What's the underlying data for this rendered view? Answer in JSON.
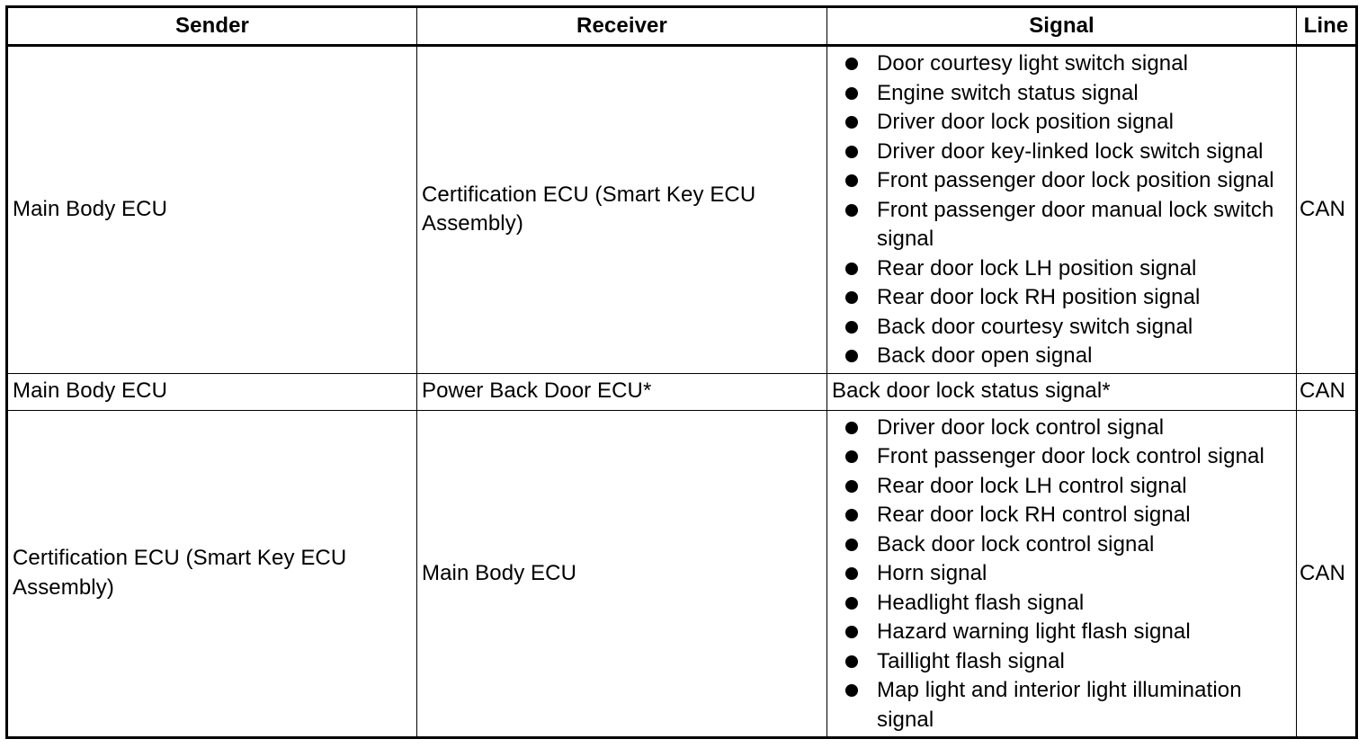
{
  "table": {
    "headers": {
      "sender": "Sender",
      "receiver": "Receiver",
      "signal": "Signal",
      "line": "Line"
    },
    "rows": [
      {
        "sender": "Main Body ECU",
        "receiver": "Certification ECU (Smart Key ECU Assembly)",
        "signals": [
          "Door courtesy light switch signal",
          "Engine switch status signal",
          "Driver door lock position signal",
          "Driver door key-linked lock switch signal",
          "Front passenger door lock position signal",
          "Front passenger door manual lock switch signal",
          "Rear door lock LH position signal",
          "Rear door lock RH position signal",
          "Back door courtesy switch signal",
          "Back door open signal"
        ],
        "line": "CAN"
      },
      {
        "sender": "Main Body ECU",
        "receiver": "Power Back Door ECU*",
        "signal_text": "Back door lock status signal*",
        "line": "CAN"
      },
      {
        "sender": "Certification ECU (Smart Key ECU Assembly)",
        "receiver": "Main Body ECU",
        "signals": [
          "Driver door lock control signal",
          "Front passenger door lock control signal",
          "Rear door lock LH control signal",
          "Rear door lock RH control signal",
          "Back door lock control signal",
          "Horn signal",
          "Headlight flash signal",
          "Hazard warning light flash signal",
          "Taillight flash signal",
          "Map light and interior light illumination signal"
        ],
        "line": "CAN"
      }
    ]
  }
}
